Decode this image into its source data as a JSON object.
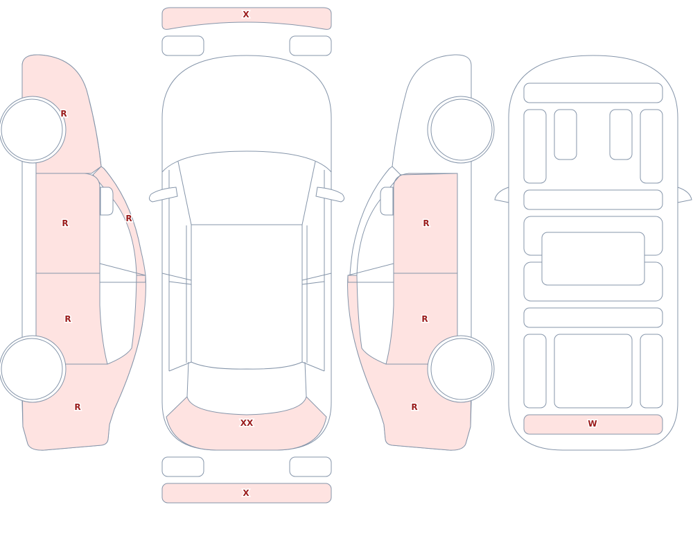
{
  "colors": {
    "outline": "#8494a9",
    "damage_fill": "#fee3e1",
    "panel_fill": "#ffffff",
    "mark_text": "#9b1c1c"
  },
  "marks": {
    "front_bumper": "X",
    "rear_bumper": "X",
    "hood": "XX",
    "left_front_fender": "R",
    "left_front_door": "R",
    "left_a_pillar": "R",
    "left_rear_door": "R",
    "left_rear_quarter": "R",
    "right_front_door": "R",
    "right_rear_door": "R",
    "right_rear_quarter": "R",
    "underbody_front_crossmember": "W"
  }
}
